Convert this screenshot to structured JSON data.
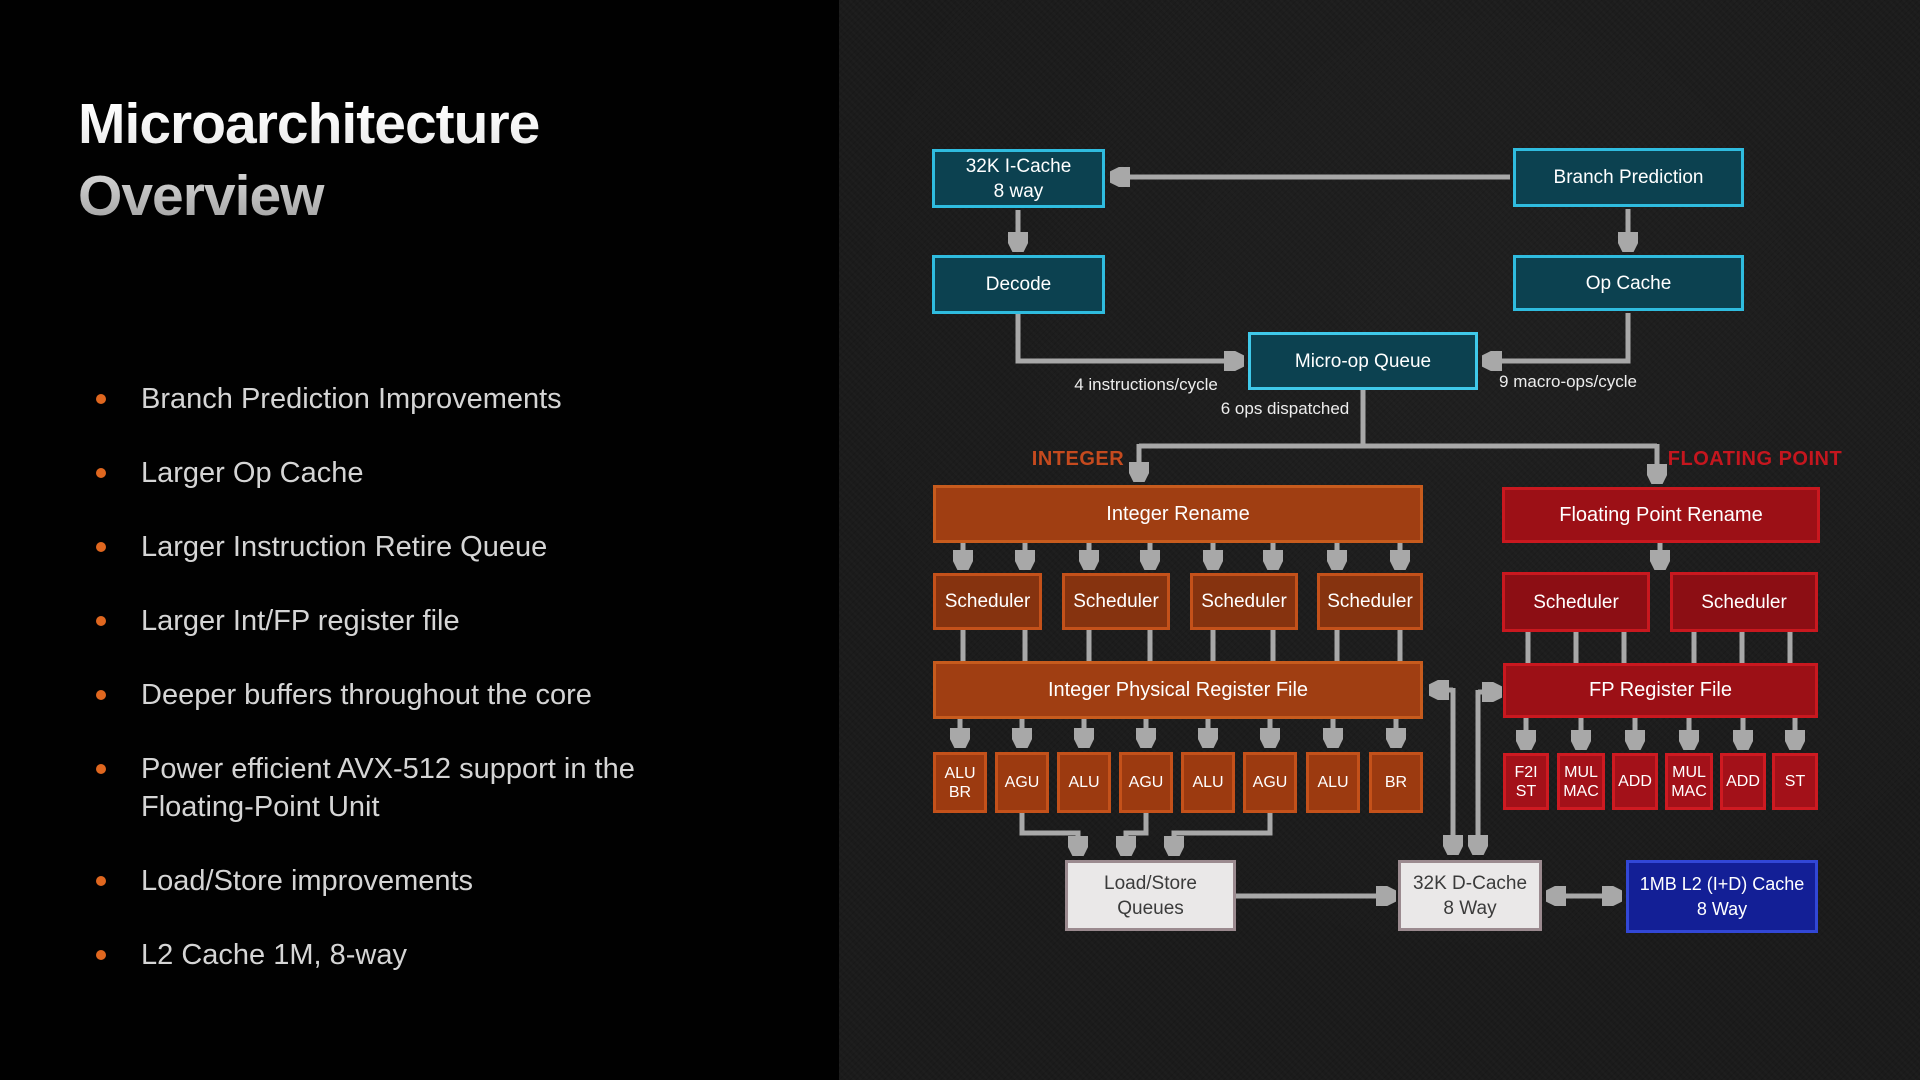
{
  "slide": {
    "title": {
      "line1": "Microarchitecture",
      "line2": "Overview"
    },
    "bullets": [
      {
        "text": "Branch Prediction Improvements"
      },
      {
        "text": "Larger Op Cache"
      },
      {
        "text": "Larger Instruction Retire Queue"
      },
      {
        "text": "Larger Int/FP register file"
      },
      {
        "text": "Deeper buffers throughout the core"
      },
      {
        "text": "Power efficient AVX-512 support in the",
        "text2": "Floating-Point Unit"
      },
      {
        "text": "Load/Store improvements"
      },
      {
        "text": "L2 Cache 1M, 8-way"
      }
    ]
  },
  "diagram": {
    "front_end": {
      "icache": {
        "l1": "32K I-Cache",
        "l2": "8 way"
      },
      "branch_prediction": "Branch Prediction",
      "decode": "Decode",
      "op_cache": "Op Cache",
      "micro_op_queue": "Micro-op Queue"
    },
    "labels": {
      "instructions_per_cycle": "4 instructions/cycle",
      "macro_ops_per_cycle": "9 macro-ops/cycle",
      "ops_dispatched": "6 ops dispatched",
      "integer_section": "INTEGER",
      "floating_point_section": "FLOATING POINT"
    },
    "integer": {
      "rename": "Integer Rename",
      "schedulers": [
        "Scheduler",
        "Scheduler",
        "Scheduler",
        "Scheduler"
      ],
      "register_file": "Integer Physical Register File",
      "units": [
        {
          "l1": "ALU",
          "l2": "BR"
        },
        {
          "l1": "AGU"
        },
        {
          "l1": "ALU"
        },
        {
          "l1": "AGU"
        },
        {
          "l1": "ALU"
        },
        {
          "l1": "AGU"
        },
        {
          "l1": "ALU"
        },
        {
          "l1": "BR"
        }
      ]
    },
    "floating_point": {
      "rename": "Floating Point Rename",
      "schedulers": [
        "Scheduler",
        "Scheduler"
      ],
      "register_file": "FP Register File",
      "units": [
        {
          "l1": "F2I",
          "l2": "ST"
        },
        {
          "l1": "MUL",
          "l2": "MAC"
        },
        {
          "l1": "ADD"
        },
        {
          "l1": "MUL",
          "l2": "MAC"
        },
        {
          "l1": "ADD"
        },
        {
          "l1": "ST"
        }
      ]
    },
    "memory": {
      "load_store_queues": {
        "l1": "Load/Store",
        "l2": "Queues"
      },
      "dcache": {
        "l1": "32K D-Cache",
        "l2": "8 Way"
      },
      "l2_cache": {
        "l1": "1MB L2 (I+D) Cache",
        "l2": "8 Way"
      }
    },
    "colors": {
      "bullet_accent": "#E0671F",
      "cyan_border": "#2FBCDF",
      "cyan_fill": "#0C4150",
      "integer_fill": "#A03E12",
      "integer_border": "#C75B1D",
      "fp_fill": "#9C1016",
      "fp_border": "#C9181F",
      "gray_fill": "#EAE8E8",
      "gray_border": "#9B8A8F",
      "l2_fill": "#131F96",
      "l2_border": "#3247D6",
      "arrow": "#A8A8A8",
      "integer_label": "#C54A1E",
      "fp_label": "#C5161E"
    }
  }
}
